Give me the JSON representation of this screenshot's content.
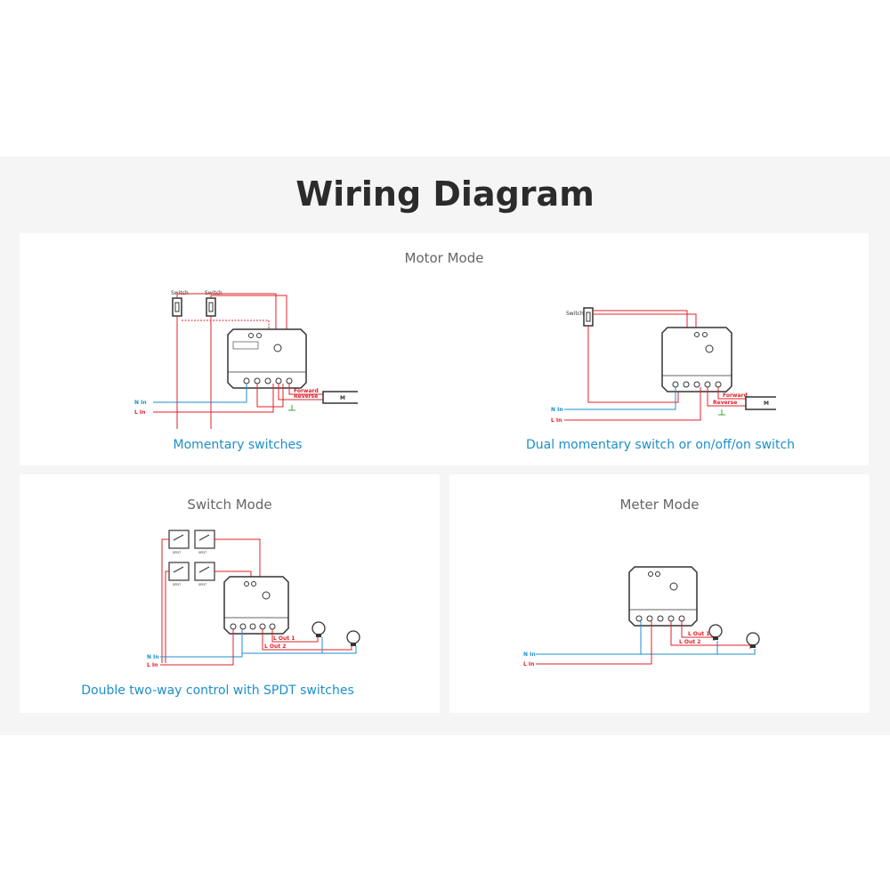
{
  "page": {
    "title": "Wiring Diagram"
  },
  "motor_mode": {
    "title": "Motor Mode",
    "left": {
      "caption": "Momentary switches",
      "switch_labels": [
        "Switch",
        "Switch"
      ],
      "wire_labels": {
        "n_in": "N In",
        "l_in": "L In",
        "forward": "Forward",
        "reverse": "Reverse"
      },
      "motor_label": "M"
    },
    "right": {
      "caption": "Dual momentary switch or on/off/on switch",
      "switch_label": "Switch",
      "wire_labels": {
        "n_in": "N In",
        "l_in": "L In",
        "forward": "Forward",
        "reverse": "Reverse"
      },
      "motor_label": "M"
    }
  },
  "switch_mode": {
    "title": "Switch Mode",
    "caption": "Double two-way control with SPDT switches",
    "spdt_labels": [
      "SPDT",
      "SPDT",
      "SPDT",
      "SPDT"
    ],
    "wire_labels": {
      "n_in": "N In",
      "l_in": "L In",
      "l_out1": "L Out 1",
      "l_out2": "L Out 2"
    }
  },
  "meter_mode": {
    "title": "Meter Mode",
    "wire_labels": {
      "n_in": "N In",
      "l_in": "L In",
      "l_out1": "L Out 1",
      "l_out2": "L Out 2"
    }
  },
  "colors": {
    "live": "#e0212a",
    "neutral": "#1e8fc9",
    "device": "#333333",
    "background": "#f5f5f5"
  }
}
